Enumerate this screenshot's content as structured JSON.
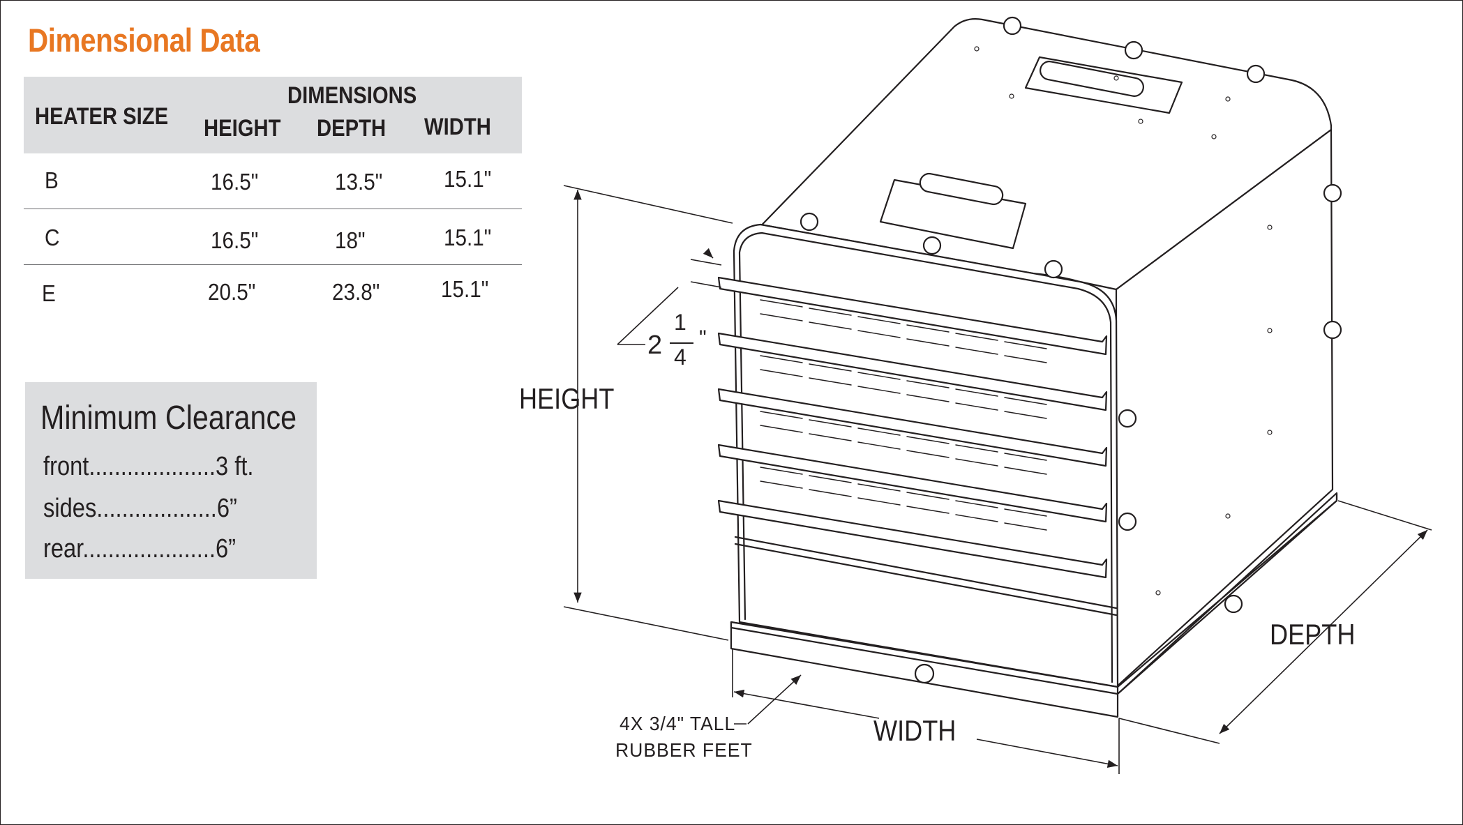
{
  "title": "Dimensional Data",
  "dimensions_table": {
    "col_heater_size": "HEATER SIZE",
    "group_label": "DIMENSIONS",
    "col_height": "HEIGHT",
    "col_depth": "DEPTH",
    "col_width": "WIDTH",
    "rows": [
      {
        "size": "B",
        "height": "16.5\"",
        "depth": "13.5\"",
        "width": "15.1\""
      },
      {
        "size": "C",
        "height": "16.5\"",
        "depth": "18\"",
        "width": "15.1\""
      },
      {
        "size": "E",
        "height": "20.5\"",
        "depth": "23.8\"",
        "width": "15.1\""
      }
    ]
  },
  "clearance": {
    "title": "Minimum Clearance",
    "items": [
      {
        "label": "front",
        "dots": "....................",
        "value": "3 ft."
      },
      {
        "label": "sides",
        "dots": "...................",
        "value": "6”"
      },
      {
        "label": "rear",
        "dots": ".....................",
        "value": "6”"
      }
    ]
  },
  "drawing": {
    "height_label": "HEIGHT",
    "width_label": "WIDTH",
    "depth_label": "DEPTH",
    "louver_whole": "2",
    "louver_num": "1",
    "louver_den": "4",
    "louver_unit": "\"",
    "feet_line1": "4X 3/4\" TALL",
    "feet_line2": "RUBBER FEET"
  },
  "colors": {
    "accent": "#e87722",
    "panel": "#dcdddf",
    "ink": "#231f20"
  }
}
